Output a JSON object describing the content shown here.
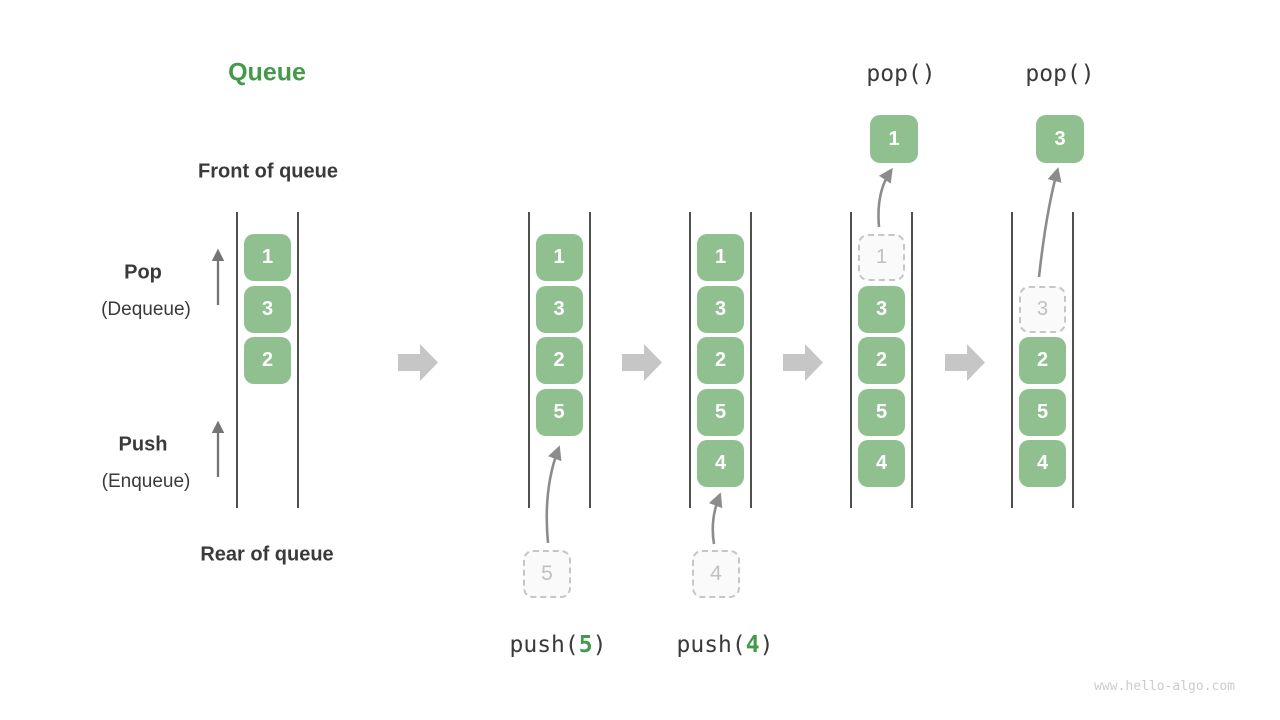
{
  "title": "Queue",
  "side_labels": {
    "front": "Front of queue",
    "rear": "Rear of queue",
    "pop": "Pop",
    "pop_sub": "(Dequeue)",
    "push": "Push",
    "push_sub": "(Enqueue)"
  },
  "queue_states": [
    {
      "name": "initial",
      "cells": [
        {
          "value": "1",
          "slot": 0,
          "style": "solid"
        },
        {
          "value": "3",
          "slot": 1,
          "style": "solid"
        },
        {
          "value": "2",
          "slot": 2,
          "style": "solid"
        }
      ]
    },
    {
      "name": "after-push-5",
      "cells": [
        {
          "value": "1",
          "slot": 0,
          "style": "solid"
        },
        {
          "value": "3",
          "slot": 1,
          "style": "solid"
        },
        {
          "value": "2",
          "slot": 2,
          "style": "solid"
        },
        {
          "value": "5",
          "slot": 3,
          "style": "solid"
        }
      ],
      "incoming": {
        "value": "5"
      }
    },
    {
      "name": "after-push-4",
      "cells": [
        {
          "value": "1",
          "slot": 0,
          "style": "solid"
        },
        {
          "value": "3",
          "slot": 1,
          "style": "solid"
        },
        {
          "value": "2",
          "slot": 2,
          "style": "solid"
        },
        {
          "value": "5",
          "slot": 3,
          "style": "solid"
        },
        {
          "value": "4",
          "slot": 4,
          "style": "solid"
        }
      ],
      "incoming": {
        "value": "4"
      }
    },
    {
      "name": "after-pop-1",
      "cells": [
        {
          "value": "1",
          "slot": 0,
          "style": "ghost"
        },
        {
          "value": "3",
          "slot": 1,
          "style": "solid"
        },
        {
          "value": "2",
          "slot": 2,
          "style": "solid"
        },
        {
          "value": "5",
          "slot": 3,
          "style": "solid"
        },
        {
          "value": "4",
          "slot": 4,
          "style": "solid"
        }
      ],
      "outgoing": {
        "value": "1"
      }
    },
    {
      "name": "after-pop-3",
      "cells": [
        {
          "value": "3",
          "slot": 1,
          "style": "ghost"
        },
        {
          "value": "2",
          "slot": 2,
          "style": "solid"
        },
        {
          "value": "5",
          "slot": 3,
          "style": "solid"
        },
        {
          "value": "4",
          "slot": 4,
          "style": "solid"
        }
      ],
      "outgoing": {
        "value": "3"
      }
    }
  ],
  "push_ops": [
    {
      "prefix": "push(",
      "arg": "5",
      "suffix": ")"
    },
    {
      "prefix": "push(",
      "arg": "4",
      "suffix": ")"
    }
  ],
  "pop_ops": [
    {
      "label": "pop()"
    },
    {
      "label": "pop()"
    }
  ],
  "watermark": "www.hello-algo.com",
  "colors": {
    "green_box": "#90c090",
    "accent_green": "#449a48",
    "ink": "#3a3a3a",
    "rail": "#4f4f4f",
    "ghost_border": "#c6c6c6",
    "ghost_text": "#c0c0c0",
    "ghost_fill": "#fafafa",
    "block_arrow": "#c6c6c6",
    "arrow_stroke": "#8c8c8c",
    "side_arrow": "#757575",
    "watermark_color": "#cccccc"
  }
}
